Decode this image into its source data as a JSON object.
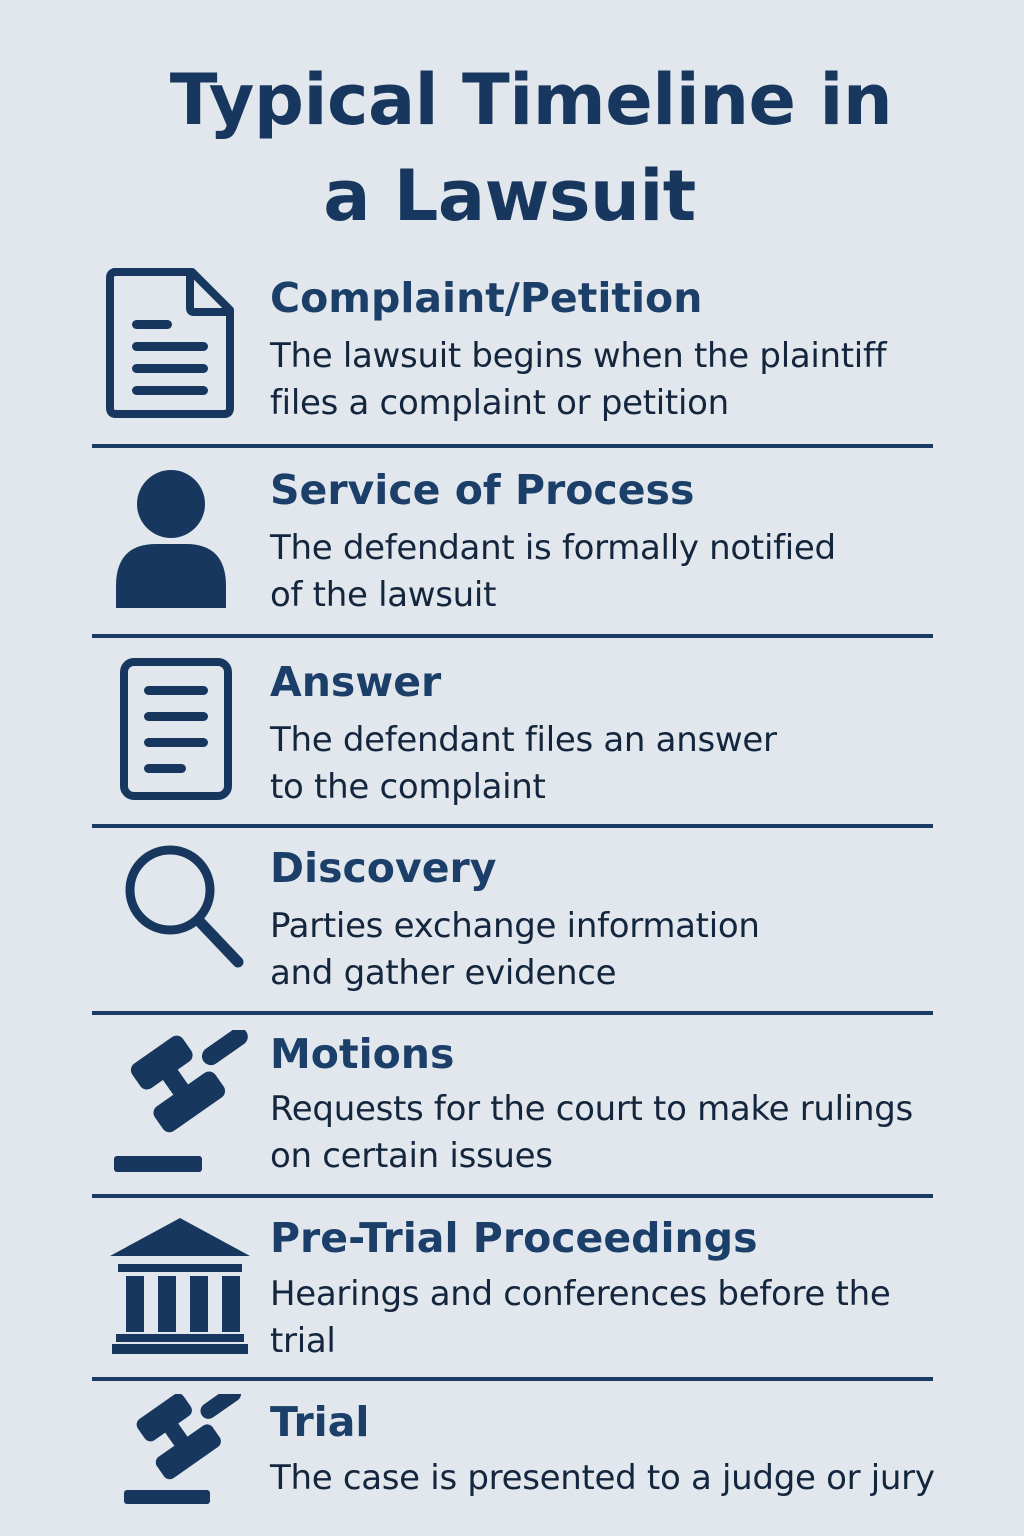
{
  "title": {
    "line1": "Typical Timeline in",
    "line2": "a Lawsuit"
  },
  "steps": [
    {
      "heading": "Complaint/Petition",
      "text_line1": "The lawsuit begins when the plaintiff",
      "text_line2": "files a complaint or petition",
      "icon": "document-icon"
    },
    {
      "heading": "Service of Process",
      "text_line1": "The defendant is formally notified",
      "text_line2": "of the lawsuit",
      "icon": "person-icon"
    },
    {
      "heading": "Answer",
      "text_line1": "The defendant files an answer",
      "text_line2": "to the complaint",
      "icon": "document-icon"
    },
    {
      "heading": "Discovery",
      "text_line1": "Parties exchange information",
      "text_line2": "and gather evidence",
      "icon": "magnifying-glass-icon"
    },
    {
      "heading": "Motions",
      "text_line1": "Requests for the court to make rulings",
      "text_line2": "on certain issues",
      "icon": "gavel-icon"
    },
    {
      "heading": "Pre-Trial Proceedings",
      "text_line1": "Hearings and conferences before the",
      "text_line2": "trial",
      "icon": "courthouse-icon"
    },
    {
      "heading": "Trial",
      "text_line1": "The case is presented to a judge or jury",
      "text_line2": "",
      "icon": "gavel-icon"
    }
  ],
  "colors": {
    "background": "#e1e7ec",
    "primary": "#17375e",
    "text": "#14263d"
  }
}
